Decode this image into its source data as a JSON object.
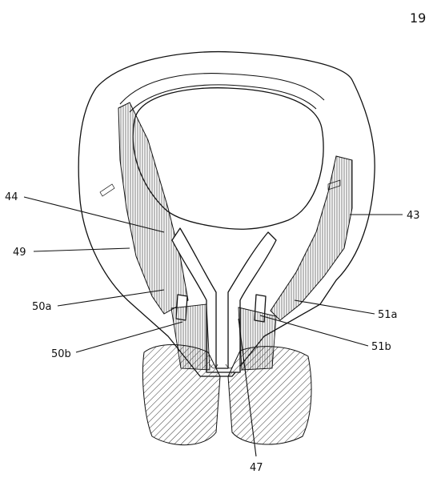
{
  "page_number": "19",
  "labels": {
    "l44": "44",
    "l43": "43",
    "l49": "49",
    "l50a": "50a",
    "l51a": "51a",
    "l50b": "50b",
    "l51b": "51b",
    "l47": "47"
  }
}
